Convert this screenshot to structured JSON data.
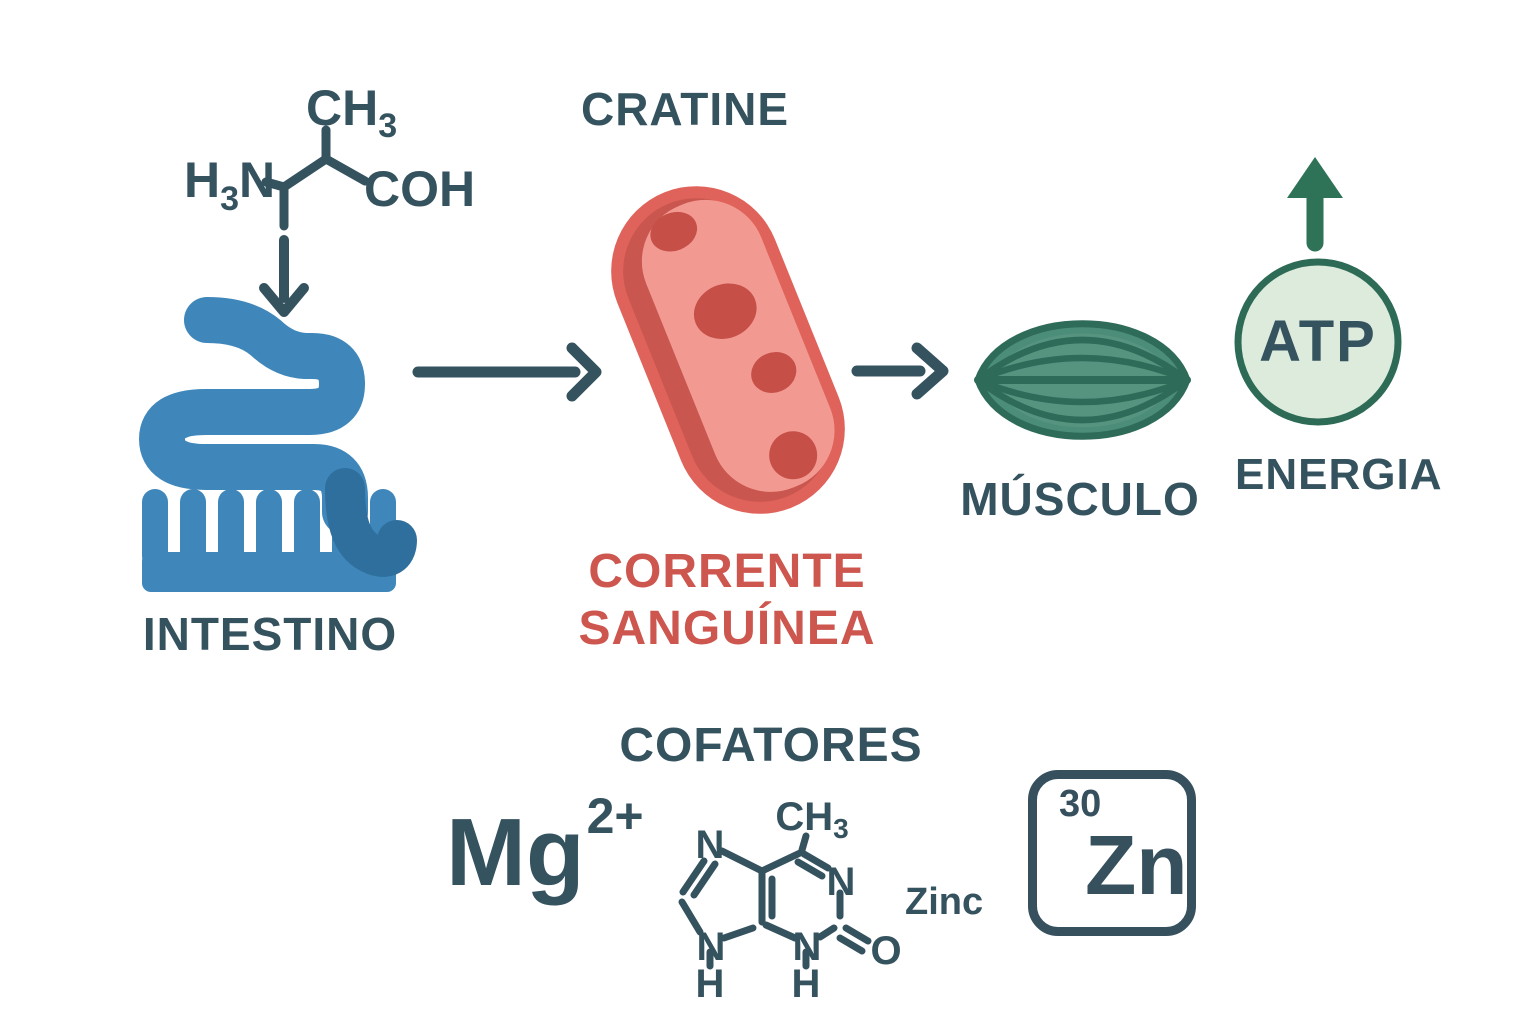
{
  "colors": {
    "text_slate": "#35525f",
    "red": "#cd574f",
    "intestine_blue": "#3f87ba",
    "intestine_blue_dark": "#2f6f9d",
    "vessel_outer": "#e0635b",
    "vessel_shadow": "#c9564f",
    "vessel_inner": "#f29a92",
    "blood_cell": "#c64f48",
    "muscle_green": "#4c8d79",
    "muscle_dark_green": "#2e6b58",
    "atp_fill": "#dcebdc",
    "atp_green": "#2e6b56",
    "energy_arrow_green": "#2e7257",
    "background": "#ffffff"
  },
  "flow": {
    "creatine_title": "CRATINE",
    "intestine_label": "INTESTINO",
    "bloodstream_label_line1": "CORRENTE",
    "bloodstream_label_line2": "SANGUÍNEA",
    "muscle_label": "MÚSCULO",
    "atp_label": "ATP",
    "energy_label": "ENERGIA"
  },
  "creatine_molecule": {
    "methyl": "CH",
    "methyl_sub": "3",
    "amine_h": "H",
    "amine_sub": "3",
    "amine_n": "N",
    "carboxyl": "COH"
  },
  "cofactors": {
    "title": "COFATORES",
    "magnesium_symbol": "Mg",
    "magnesium_charge": "2+",
    "zinc_label": "Zinc",
    "zinc_atomic_number": "30",
    "zinc_symbol": "Zn",
    "molecule": {
      "n_top_left": "N",
      "n_bottom_left": "N",
      "h_bottom_left": "H",
      "methyl": "CH",
      "methyl_sub": "3",
      "n_right": "N",
      "n_bottom_middle": "N",
      "h_bottom_middle": "H",
      "oxygen": "O"
    }
  }
}
